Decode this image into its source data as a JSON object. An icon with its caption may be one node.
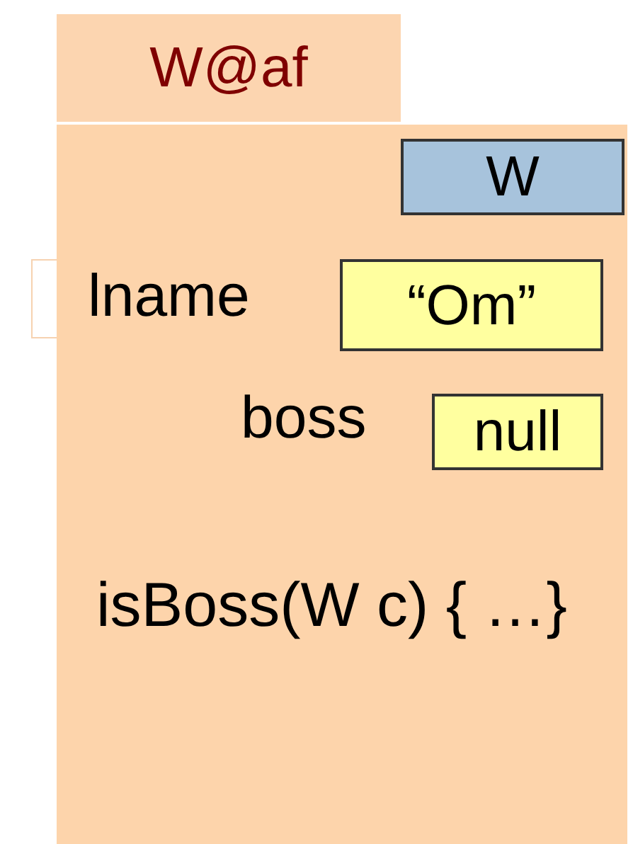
{
  "diagram": {
    "nodes": [
      {
        "text": [
          "W@af",
          "isBoss(W c) { …}"
        ]
      },
      {
        "text": [
          "W"
        ],
        "in": 0
      },
      {
        "text": [
          "“Om”"
        ],
        "in": 0,
        "beside": [
          "lname"
        ]
      },
      {
        "text": [
          "null"
        ],
        "in": 0,
        "beside": [
          "boss"
        ]
      }
    ]
  }
}
